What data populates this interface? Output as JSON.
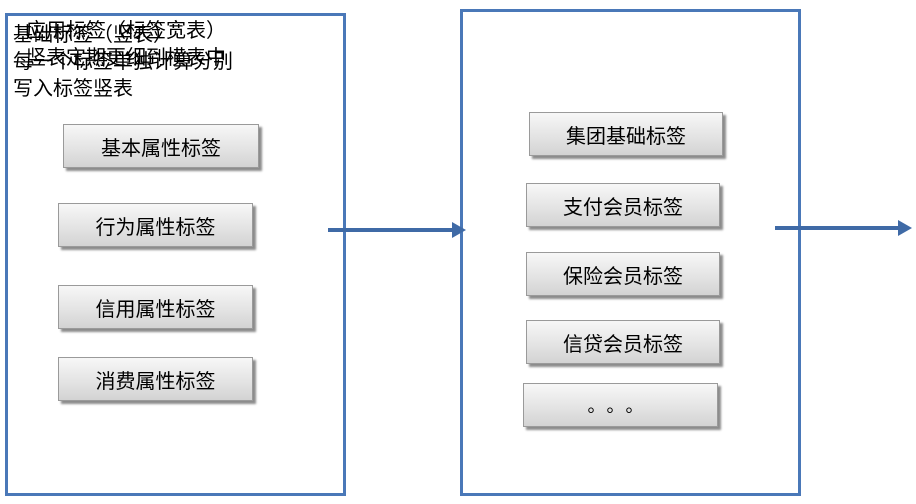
{
  "left_panel": {
    "title": "基础标签（竖表）",
    "description_lines": [
      "每一个标签单独计算分别",
      "写入标签竖表"
    ],
    "tags": [
      "基本属性标签",
      "行为属性标签",
      "信用属性标签",
      "消费属性标签"
    ]
  },
  "right_panel": {
    "title": "应用标签（标签宽表）",
    "description": "竖表定期更细到横表中",
    "tags": [
      "集团基础标签",
      "支付会员标签",
      "保险会员标签",
      "信贷会员标签",
      "。。。"
    ]
  },
  "colors": {
    "panel_border": "#4a78b8",
    "arrow": "#3f6aa6",
    "tag_fill": "#e4e4e4"
  }
}
